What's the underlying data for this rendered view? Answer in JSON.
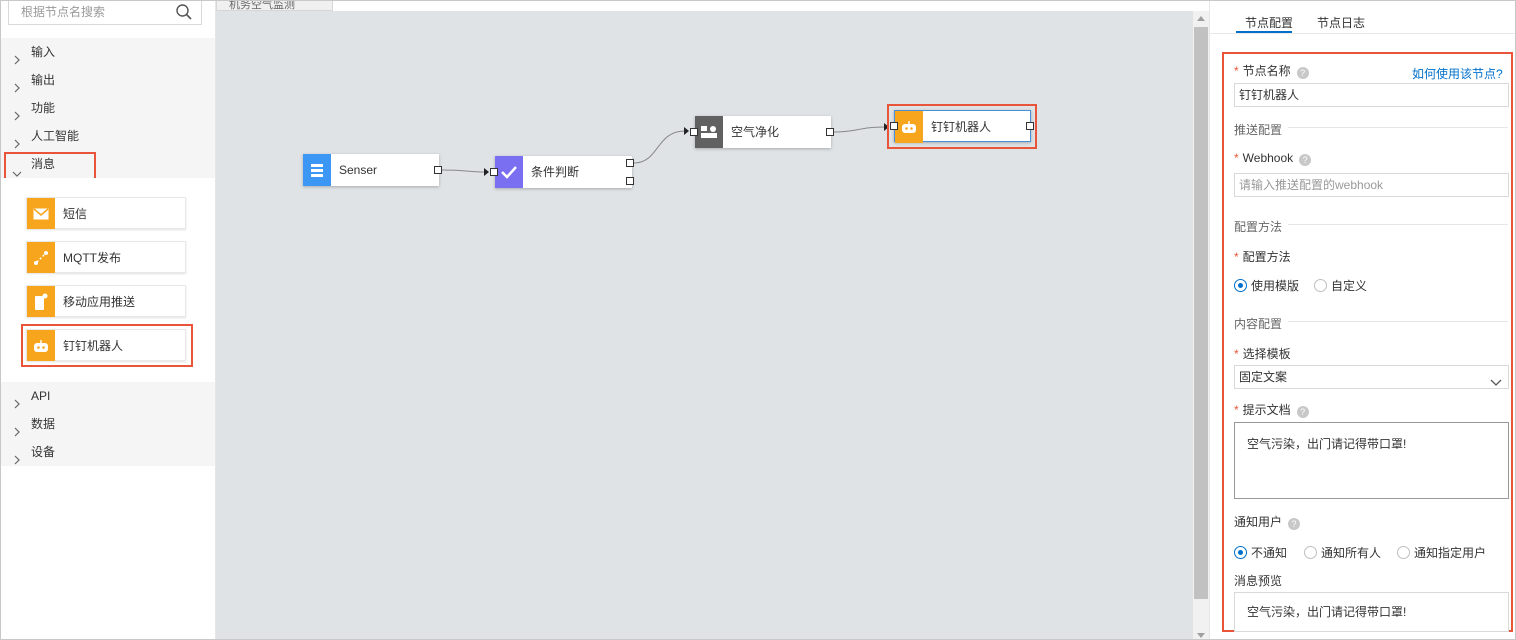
{
  "search": {
    "placeholder": "根据节点名搜索"
  },
  "tree": {
    "categories_top": [
      "输入",
      "输出",
      "功能",
      "人工智能"
    ],
    "open_category": "消息",
    "message_nodes": [
      "短信",
      "MQTT发布",
      "移动应用推送",
      "钉钉机器人"
    ],
    "categories_bottom": [
      "API",
      "数据",
      "设备"
    ]
  },
  "canvas": {
    "tab_label": "机务空气监测",
    "nodes": {
      "senser": "Senser",
      "condition": "条件判断",
      "air": "空气净化",
      "ding": "钉钉机器人"
    },
    "colors": {
      "blue": "#3b97f3",
      "purple": "#7a6ff0",
      "gray": "#616161",
      "orange": "#f7a51c",
      "highlight": "#e8553b"
    }
  },
  "right": {
    "tabs": [
      "节点配置",
      "节点日志"
    ],
    "active_tab": "节点配置",
    "help_link": "如何使用该节点?",
    "node_name_label": "节点名称",
    "node_name_value": "钉钉机器人",
    "section_push": "推送配置",
    "webhook_label": "Webhook",
    "webhook_placeholder": "请输入推送配置的webhook",
    "section_method": "配置方法",
    "method_label": "配置方法",
    "method_options": [
      "使用模版",
      "自定义"
    ],
    "section_content": "内容配置",
    "template_label": "选择模板",
    "template_value": "固定文案",
    "doc_label": "提示文档",
    "doc_value": "空气污染，出门请记得带口罩!",
    "notify_label": "通知用户",
    "notify_options": [
      "不通知",
      "通知所有人",
      "通知指定用户"
    ],
    "preview_label": "消息预览",
    "preview_value": "空气污染，出门请记得带口罩!"
  }
}
